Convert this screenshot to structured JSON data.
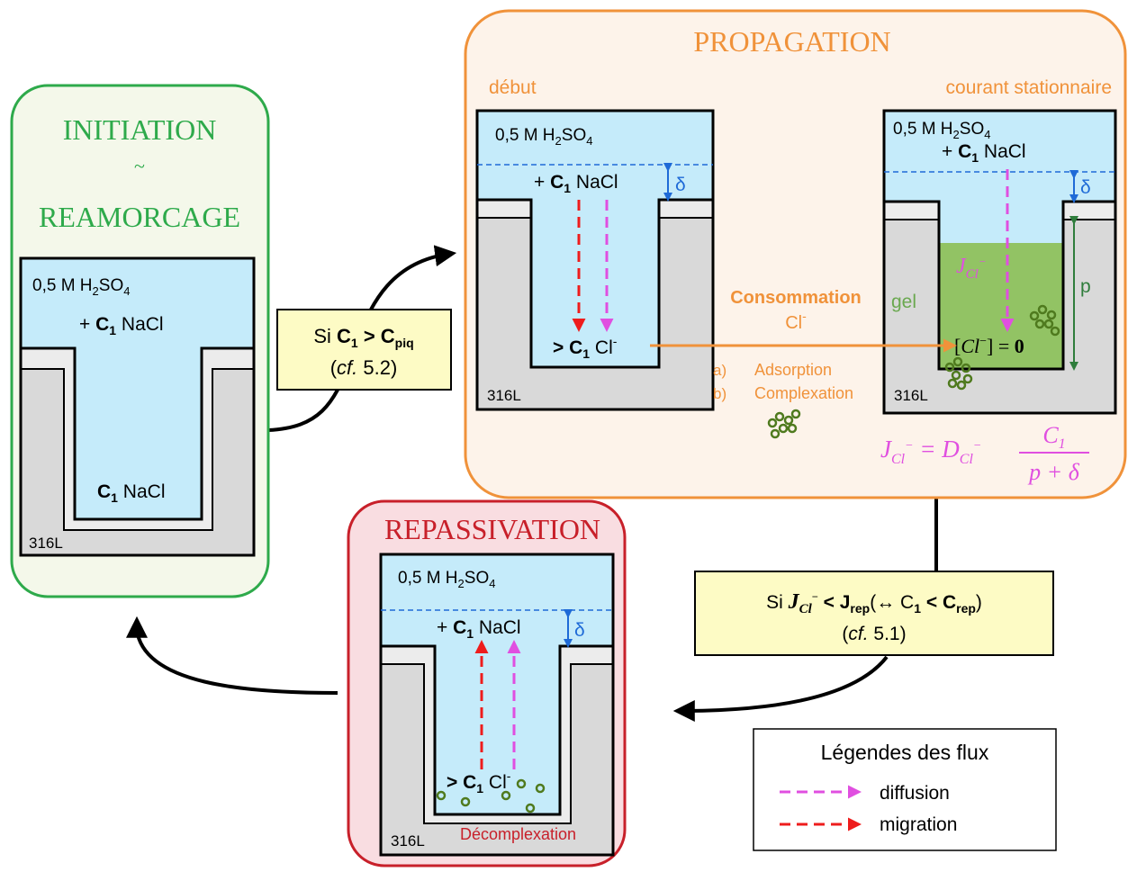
{
  "colors": {
    "initiation": "#2eaa4b",
    "initiation_bg": "#f4f8ea",
    "propagation": "#f0923a",
    "propagation_bg": "#fdf3ea",
    "repassivation": "#c8202a",
    "repassivation_bg": "#f9dde1",
    "solution": "#c5ebfa",
    "metal": "#d9d9d9",
    "film": "#ececec",
    "gel": "#92c364",
    "gel_text": "#6aa84f",
    "dim_green": "#2f7d3c",
    "diffusion": "#e04fe0",
    "migration": "#ee1c1c",
    "delta": "#1e6ad7",
    "condition_bg": "#fdfbc5"
  },
  "initiation": {
    "title_line1": "INITIATION",
    "title_tilde": "~",
    "title_line2": "REAMORCAGE",
    "solution_prefix": "0,5 M H",
    "solution_sub": "2",
    "solution_suffix": "SO",
    "solution_sub2": "4",
    "nacl_plus": "+ ",
    "nacl_c": "C",
    "nacl_c_sub": "1",
    "nacl_rest": " NaCl",
    "pit_c": "C",
    "pit_c_sub": "1",
    "pit_rest": " NaCl",
    "metal": "316L"
  },
  "propagation": {
    "title": "PROPAGATION",
    "start_label": "début",
    "steady_label": "courant stationnaire",
    "left": {
      "solution_prefix": "0,5 M H",
      "solution_sub": "2",
      "solution_suffix": "SO",
      "solution_sub2": "4",
      "nacl_plus": "+ ",
      "nacl_c": "C",
      "nacl_c_sub": "1",
      "nacl_rest": " NaCl",
      "delta": "δ",
      "pit_gt": "> ",
      "pit_c": "C",
      "pit_c_sub": "1",
      "pit_cl": " Cl",
      "pit_cl_sup": "-",
      "metal": "316L"
    },
    "consumption_line1": "Consommation",
    "consumption_line2": "Cl",
    "consumption_sup": "-",
    "list_a_marker": "a)",
    "list_a_text": "Adsorption",
    "list_b_marker": "b)",
    "list_b_text": "Complexation",
    "right": {
      "solution_prefix": "0,5 M H",
      "solution_sub": "2",
      "solution_suffix": "SO",
      "solution_sub2": "4",
      "nacl_plus": "+ ",
      "nacl_c": "C",
      "nacl_c_sub": "1",
      "nacl_rest": " NaCl",
      "delta": "δ",
      "gel": "gel",
      "flux_j": "J",
      "flux_sub": "Cl",
      "flux_sup": "−",
      "conc_open": "[",
      "conc_cl": "Cl",
      "conc_sup": "−",
      "conc_close": "] = ",
      "conc_zero": "0",
      "p": "p",
      "metal": "316L"
    },
    "equation": {
      "j": "J",
      "j_sub": "Cl",
      "j_sup": "−",
      "equals": " = D",
      "d_sub": "Cl",
      "d_sup": "−",
      "numerator": "C",
      "numerator_sub": "1",
      "denominator": "p + δ"
    }
  },
  "condition_initiation": {
    "si": "Si ",
    "c1": "C",
    "c1_sub": "1",
    "gt": " > C",
    "piq_sub": "piq",
    "ref_open": "(",
    "ref_cf": "cf.",
    "ref_rest": " 5.2)"
  },
  "condition_repassivation": {
    "si": "Si ",
    "j": "J",
    "j_sub": "Cl",
    "j_sup": "−",
    "lt": " < J",
    "rep_sub": "rep",
    "paren": "(↔ C",
    "c1_sub": "1",
    "lt2": " < C",
    "crep_sub": "rep",
    "close": ")",
    "ref_open": "(",
    "ref_cf": "cf.",
    "ref_rest": " 5.1)"
  },
  "repassivation": {
    "title": "REPASSIVATION",
    "solution_prefix": "0,5 M H",
    "solution_sub": "2",
    "solution_suffix": "SO",
    "solution_sub2": "4",
    "nacl_plus": "+ ",
    "nacl_c": "C",
    "nacl_c_sub": "1",
    "nacl_rest": " NaCl",
    "delta": "δ",
    "pit_gt": "> ",
    "pit_c": "C",
    "pit_c_sub": "1",
    "pit_cl": " Cl",
    "pit_cl_sup": "-",
    "metal": "316L",
    "decomplexation": "Décomplexation"
  },
  "legend": {
    "title": "Légendes des flux",
    "items": [
      {
        "label": "diffusion",
        "color": "#e04fe0"
      },
      {
        "label": "migration",
        "color": "#ee1c1c"
      }
    ]
  }
}
